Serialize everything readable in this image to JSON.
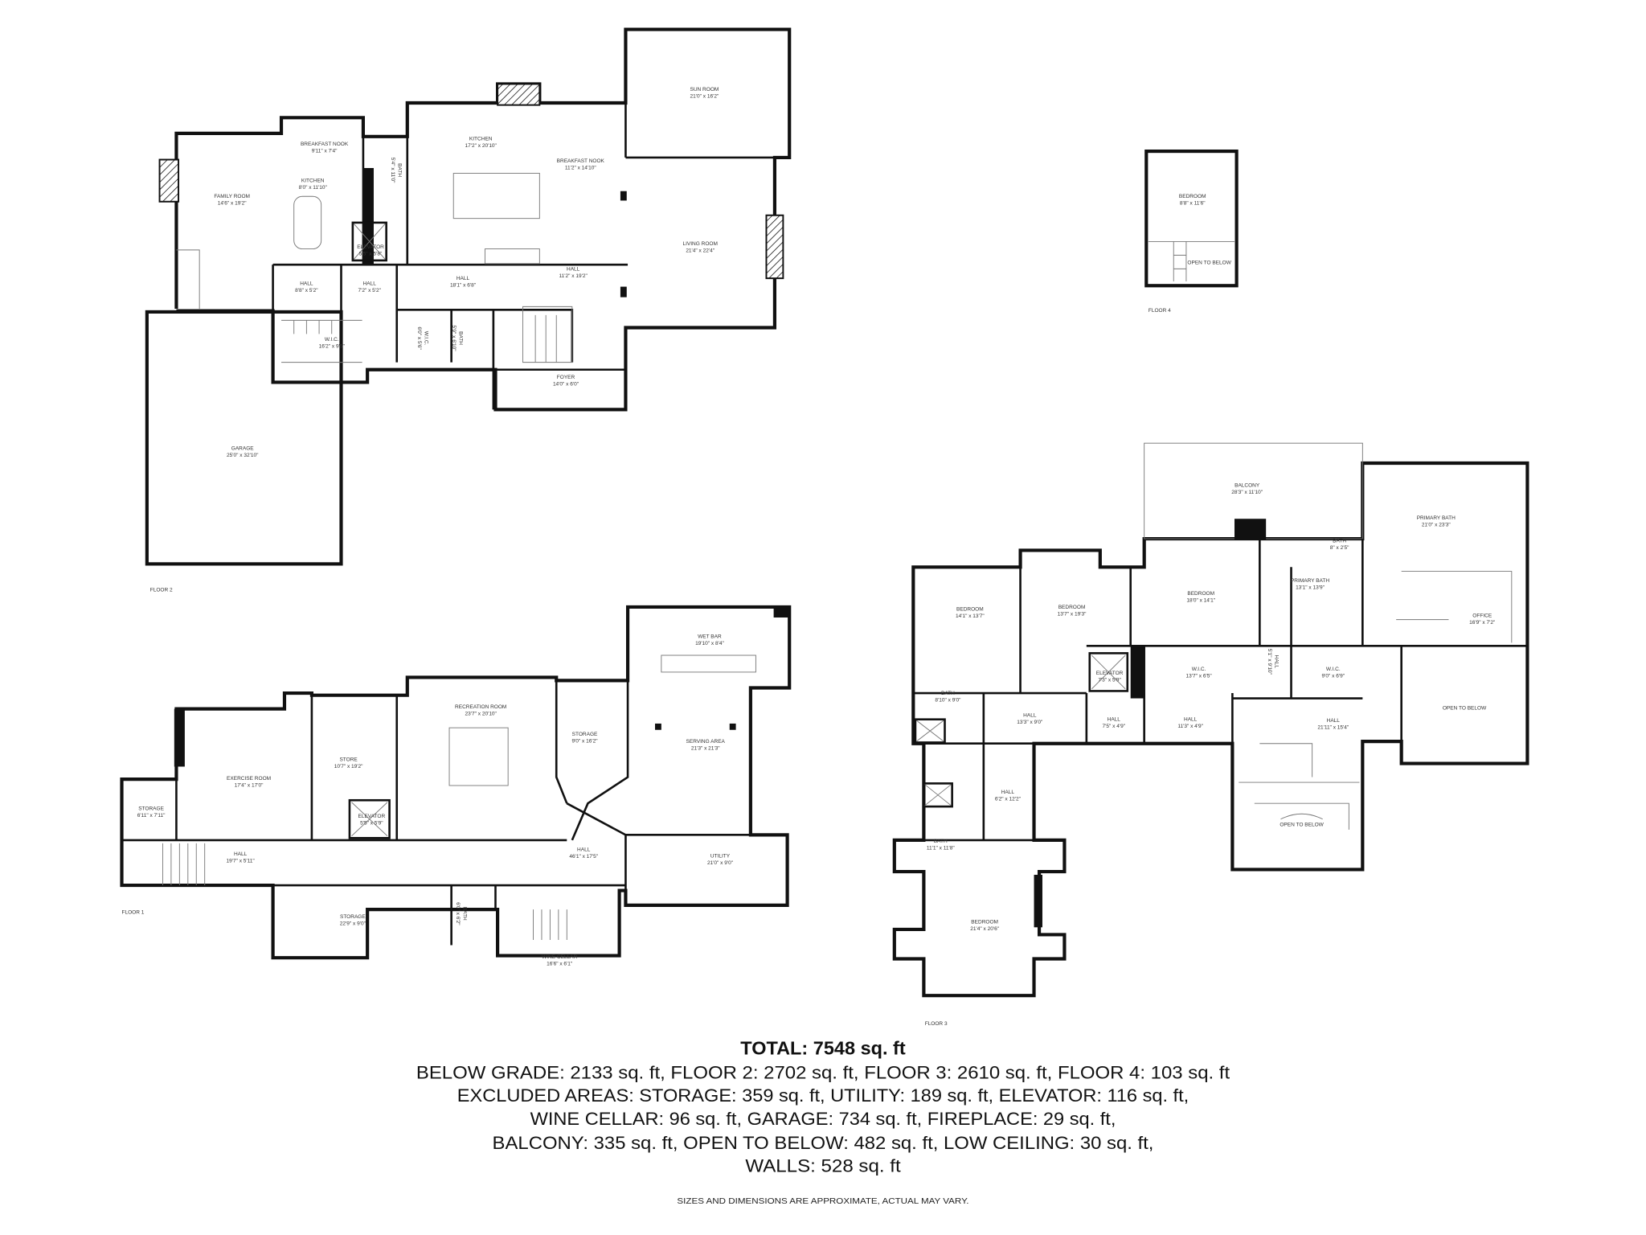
{
  "floors": [
    {
      "label": "FLOOR 2",
      "rooms": [
        {
          "name": "FAMILY ROOM",
          "dim": "14'6\" x 19'2\""
        },
        {
          "name": "BREAKFAST NOOK",
          "dim": "9'11\" x 7'4\""
        },
        {
          "name": "KITCHEN",
          "dim": "8'0\" x 11'10\""
        },
        {
          "name": "BATH",
          "dim": "5'4\" x 11'0\"",
          "vertical": true
        },
        {
          "name": "ELEVATOR",
          "dim": "5'5\" x 5'8\""
        },
        {
          "name": "KITCHEN",
          "dim": "17'2\" x 20'10\""
        },
        {
          "name": "BREAKFAST NOOK",
          "dim": "11'2\" x 14'10\""
        },
        {
          "name": "SUN ROOM",
          "dim": "21'0\" x 16'2\""
        },
        {
          "name": "LIVING ROOM",
          "dim": "21'4\" x 22'4\""
        },
        {
          "name": "HALL",
          "dim": "11'2\" x 19'2\""
        },
        {
          "name": "HALL",
          "dim": "18'1\" x 6'8\""
        },
        {
          "name": "HALL",
          "dim": "8'8\" x 5'2\""
        },
        {
          "name": "HALL",
          "dim": "7'2\" x 5'2\""
        },
        {
          "name": "W.I.C.",
          "dim": "16'2\" x 9'5\""
        },
        {
          "name": "W.I.C.",
          "dim": "6'0\" x 5'6\"",
          "vertical": true
        },
        {
          "name": "BATH",
          "dim": "5'9\" x 6'10\"",
          "vertical": true
        },
        {
          "name": "FOYER",
          "dim": "14'0\" x 6'0\""
        },
        {
          "name": "GARAGE",
          "dim": "25'0\" x 32'10\""
        }
      ]
    },
    {
      "label": "FLOOR 4",
      "rooms": [
        {
          "name": "BEDROOM",
          "dim": "8'8\" x 11'6\""
        },
        {
          "name": "OPEN TO BELOW",
          "dim": ""
        }
      ]
    },
    {
      "label": "FLOOR 1",
      "rooms": [
        {
          "name": "WET BAR",
          "dim": "19'10\" x 8'4\""
        },
        {
          "name": "RECREATION ROOM",
          "dim": "23'7\" x 20'10\""
        },
        {
          "name": "STORAGE",
          "dim": "9'0\" x 16'2\""
        },
        {
          "name": "SERVING AREA",
          "dim": "21'3\" x 21'3\""
        },
        {
          "name": "STORE",
          "dim": "10'7\" x 19'2\""
        },
        {
          "name": "EXERCISE ROOM",
          "dim": "17'4\" x 17'0\""
        },
        {
          "name": "STORAGE",
          "dim": "6'11\" x 7'11\""
        },
        {
          "name": "ELEVATOR",
          "dim": "5'5\" x 5'9\""
        },
        {
          "name": "HALL",
          "dim": "19'7\" x 5'11\""
        },
        {
          "name": "HALL",
          "dim": "46'1\" x 17'5\""
        },
        {
          "name": "UTILITY",
          "dim": "21'0\" x 9'0\""
        },
        {
          "name": "STORAGE",
          "dim": "22'9\" x 9'0\""
        },
        {
          "name": "BATH",
          "dim": "6'0\" x 6'2\"",
          "vertical": true
        },
        {
          "name": "WINE CELLAR",
          "dim": "16'6\" x 6'1\""
        }
      ]
    },
    {
      "label": "FLOOR 3",
      "rooms": [
        {
          "name": "BALCONY",
          "dim": "28'3\" x 11'10\""
        },
        {
          "name": "PRIMARY BATH",
          "dim": "21'0\" x 23'3\""
        },
        {
          "name": "BEDROOM",
          "dim": "14'1\" x 13'7\""
        },
        {
          "name": "BEDROOM",
          "dim": "13'7\" x 19'3\""
        },
        {
          "name": "BEDROOM",
          "dim": "18'0\" x 14'1\""
        },
        {
          "name": "PRIMARY BATH",
          "dim": "13'1\" x 13'9\""
        },
        {
          "name": "BATH",
          "dim": "8\" x 2'5\""
        },
        {
          "name": "OFFICE",
          "dim": "16'9\" x 7'2\""
        },
        {
          "name": "W.I.C.",
          "dim": "13'7\" x 6'5\""
        },
        {
          "name": "HALL",
          "dim": "5'1\" x 9'10\"",
          "vertical": true
        },
        {
          "name": "W.I.C.",
          "dim": "9'0\" x 6'9\""
        },
        {
          "name": "ELEVATOR",
          "dim": "7'3\" x 5'9\""
        },
        {
          "name": "BATH",
          "dim": "8'10\" x 9'0\""
        },
        {
          "name": "HALL",
          "dim": "13'3\" x 9'0\""
        },
        {
          "name": "HALL",
          "dim": "7'5\" x 4'9\""
        },
        {
          "name": "HALL",
          "dim": "11'3\" x 4'9\""
        },
        {
          "name": "HALL",
          "dim": "21'11\" x 15'4\""
        },
        {
          "name": "OPEN TO BELOW",
          "dim": ""
        },
        {
          "name": "HALL",
          "dim": "6'2\" x 12'2\""
        },
        {
          "name": "BATH",
          "dim": "11'1\" x 11'8\""
        },
        {
          "name": "BEDROOM",
          "dim": "21'4\" x 20'6\""
        },
        {
          "name": "OPEN TO BELOW",
          "dim": ""
        }
      ]
    }
  ],
  "summary": {
    "total": "TOTAL: 7548 sq. ft",
    "lines": [
      "BELOW GRADE: 2133 sq. ft, FLOOR 2: 2702 sq. ft, FLOOR 3: 2610 sq. ft, FLOOR 4: 103 sq. ft",
      "EXCLUDED AREAS: STORAGE: 359 sq. ft, UTILITY: 189 sq. ft, ELEVATOR: 116 sq. ft,",
      "WINE CELLAR: 96 sq. ft, GARAGE: 734 sq. ft, FIREPLACE: 29 sq. ft,",
      "BALCONY: 335 sq. ft, OPEN TO BELOW: 482 sq. ft, LOW CEILING: 30 sq. ft,",
      "WALLS: 528 sq. ft"
    ],
    "disclaimer": "SIZES AND DIMENSIONS ARE APPROXIMATE, ACTUAL MAY VARY."
  }
}
